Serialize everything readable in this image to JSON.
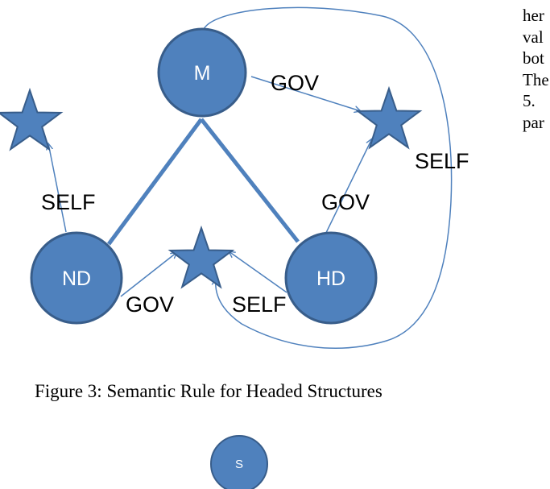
{
  "figure": {
    "nodes": {
      "m": "M",
      "nd": "ND",
      "hd": "HD",
      "s": "S"
    },
    "edge_labels": {
      "m_gov": "GOV",
      "m_self": "SELF",
      "nd_self": "SELF",
      "hd_gov": "GOV",
      "nd_gov": "GOV",
      "hd_self": "SELF"
    },
    "colors": {
      "node_fill": "#4f81bd",
      "node_stroke": "#385d8a",
      "edge": "#4f81bd"
    }
  },
  "caption": "Figure 3: Semantic Rule for Headed Structures",
  "side_text": [
    "her",
    "val",
    "bot",
    "The",
    "5.",
    "par"
  ]
}
